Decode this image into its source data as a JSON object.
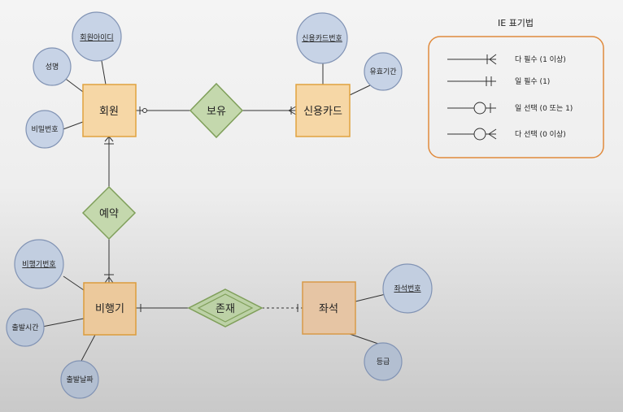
{
  "entities": {
    "member": "회원",
    "card": "신용카드",
    "flight": "비행기",
    "seat": "좌석"
  },
  "relationships": {
    "own": "보유",
    "reserve": "예약",
    "exist": "존재"
  },
  "attributes": {
    "member_id": "회원아이디",
    "name": "성명",
    "password": "비밀번호",
    "card_number": "신용카드번호",
    "expiry": "유효기간",
    "flight_number": "비행기번호",
    "departure_time": "출발시간",
    "departure_date": "출발날짜",
    "seat_number": "좌석번호",
    "grade": "등급"
  },
  "legend": {
    "title": "IE 표기법",
    "items": [
      "다 필수 (1 이상)",
      "일 필수 (1)",
      "일 선택 (0 또는 1)",
      "다 선택 (0 이상)"
    ]
  },
  "colors": {
    "entity_fill": "#f6d7a6",
    "entity_stroke": "#e0a23f",
    "relation_fill": "#c4d8ad",
    "relation_stroke": "#7f9f5a",
    "attribute_fill": "#c7d3e6",
    "attribute_stroke": "#8193b4",
    "legend_border": "#e08a3c"
  }
}
